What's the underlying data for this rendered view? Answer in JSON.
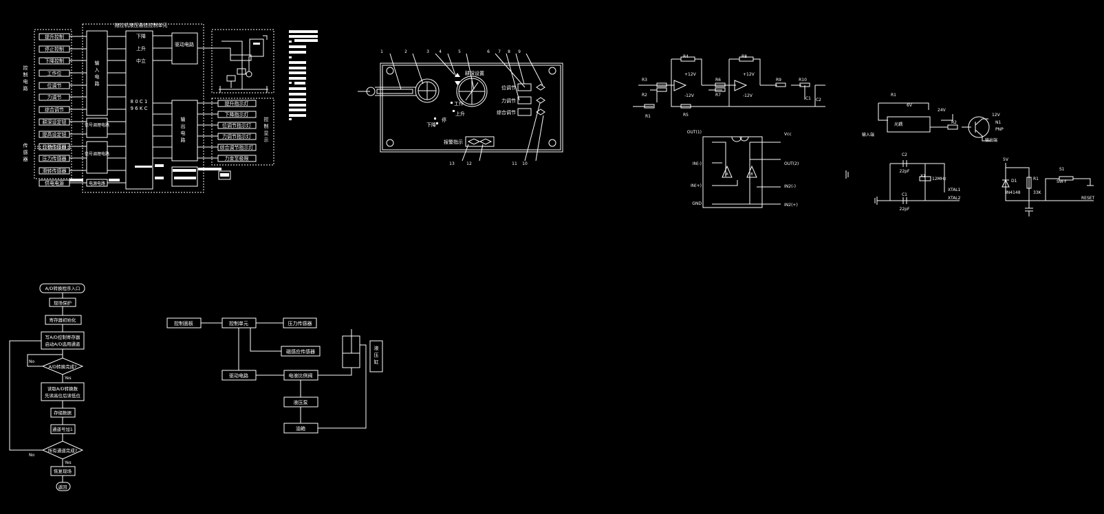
{
  "colors": {
    "background": "#000000",
    "line": "#ffffff"
  },
  "block_diagram": {
    "title": "拖拉机液压悬挂控制单元",
    "group_control": "控制电路",
    "group_sensor": "传感器",
    "group_display": "控制显示",
    "control_inputs": [
      "提升控制",
      "停止控制",
      "下降控制",
      "工作位",
      "位调节",
      "力调节",
      "综合调节",
      "耕深设定钮",
      "提高设定钮"
    ],
    "sensors": [
      "位移传感器",
      "压力传感器",
      "滑转传感器"
    ],
    "power": "供电电源",
    "input_circuit": "输入电路",
    "signal_cond_1": "信号调理电路",
    "signal_cond_2": "信号调理电路",
    "power_circuit": "电源电路",
    "cpu_outputs": [
      "下降",
      "上升",
      "中立"
    ],
    "cpu_line1": "8 0 C 1",
    "cpu_line2": "9 6 K C",
    "drive_circuit": "驱动电路",
    "output_circuit": "输出电路",
    "outputs": [
      "提升指示灯",
      "下降指示灯",
      "位调节指示灯",
      "力调节指示灯",
      "综合调节指示灯",
      "力变至极限"
    ]
  },
  "panel": {
    "top_numbers": [
      "1",
      "2",
      "3",
      "4",
      "5",
      "6",
      "7",
      "8",
      "9"
    ],
    "bottom_numbers": [
      "13",
      "12",
      "11",
      "10"
    ],
    "depth_setting": "耕深设置",
    "position_adjust": "位调节",
    "force_adjust": "力调节",
    "combined_adjust": "综合调节",
    "alarm": "报警指示",
    "work": "工作",
    "raise": "上升",
    "stop": "停",
    "lower": "下降"
  },
  "amp_circuit": {
    "labels": [
      "R4",
      "R3",
      "R2",
      "R1",
      "R5",
      "R6",
      "R7",
      "R8",
      "R9",
      "R10",
      "C1",
      "C2"
    ],
    "pos_supply": "+12V",
    "neg_supply": "-12V"
  },
  "ic": {
    "pins_left": [
      "OUT(1)",
      "IN(-)",
      "IN(+)",
      "GND"
    ],
    "pins_right": [
      "Vcc",
      "OUT(2)",
      "IN2(-)",
      "IN2(+)"
    ],
    "amp_a": "A",
    "amp_b": "B"
  },
  "opto_circuit": {
    "r1": "R1",
    "v6": "6V",
    "v24": "24V",
    "opto": "光耦",
    "input": "输入端",
    "r2": "R2",
    "v12": "12V",
    "n1": "N1",
    "pnp": "PNP",
    "output": "输出端"
  },
  "crystal_circuit": {
    "c2": "C2",
    "c2_val": "22pF",
    "x1": "X1",
    "x1_val": "12MHz",
    "xtal1": "XTAL1",
    "xtal2": "XTAL2",
    "c1": "C1",
    "c1_val": "22pF"
  },
  "reset_circuit": {
    "v5": "5V",
    "d1": "D1",
    "d1_val": "IN4148",
    "r1": "R1",
    "r1_val": "33K",
    "s1": "S1",
    "s1_val": "SW-Y",
    "reset": "RESET"
  },
  "flowchart": {
    "start": "A/D转换程序入口",
    "save": "现场保护",
    "init": "寄存器初始化",
    "write1": "写A/D控制寄存器",
    "write2": "启动A/D选用通道",
    "check": "A/D转换完成?",
    "read1": "读取A/D转换数",
    "read2": "先读高位后读低位",
    "store": "存储数据",
    "inc": "通道号加1",
    "all_done": "所有通道完成?",
    "restore": "恢复现场",
    "end": "返回",
    "no": "No",
    "yes": "Yes"
  },
  "system_diagram": {
    "panel": "控制面板",
    "unit": "控制单元",
    "pressure": "压力传感器",
    "magnetic": "磁感应传感器",
    "drive": "驱动电路",
    "valve": "电液比例阀",
    "pump": "液压泵",
    "tank": "油箱",
    "cylinder": "液压缸"
  }
}
